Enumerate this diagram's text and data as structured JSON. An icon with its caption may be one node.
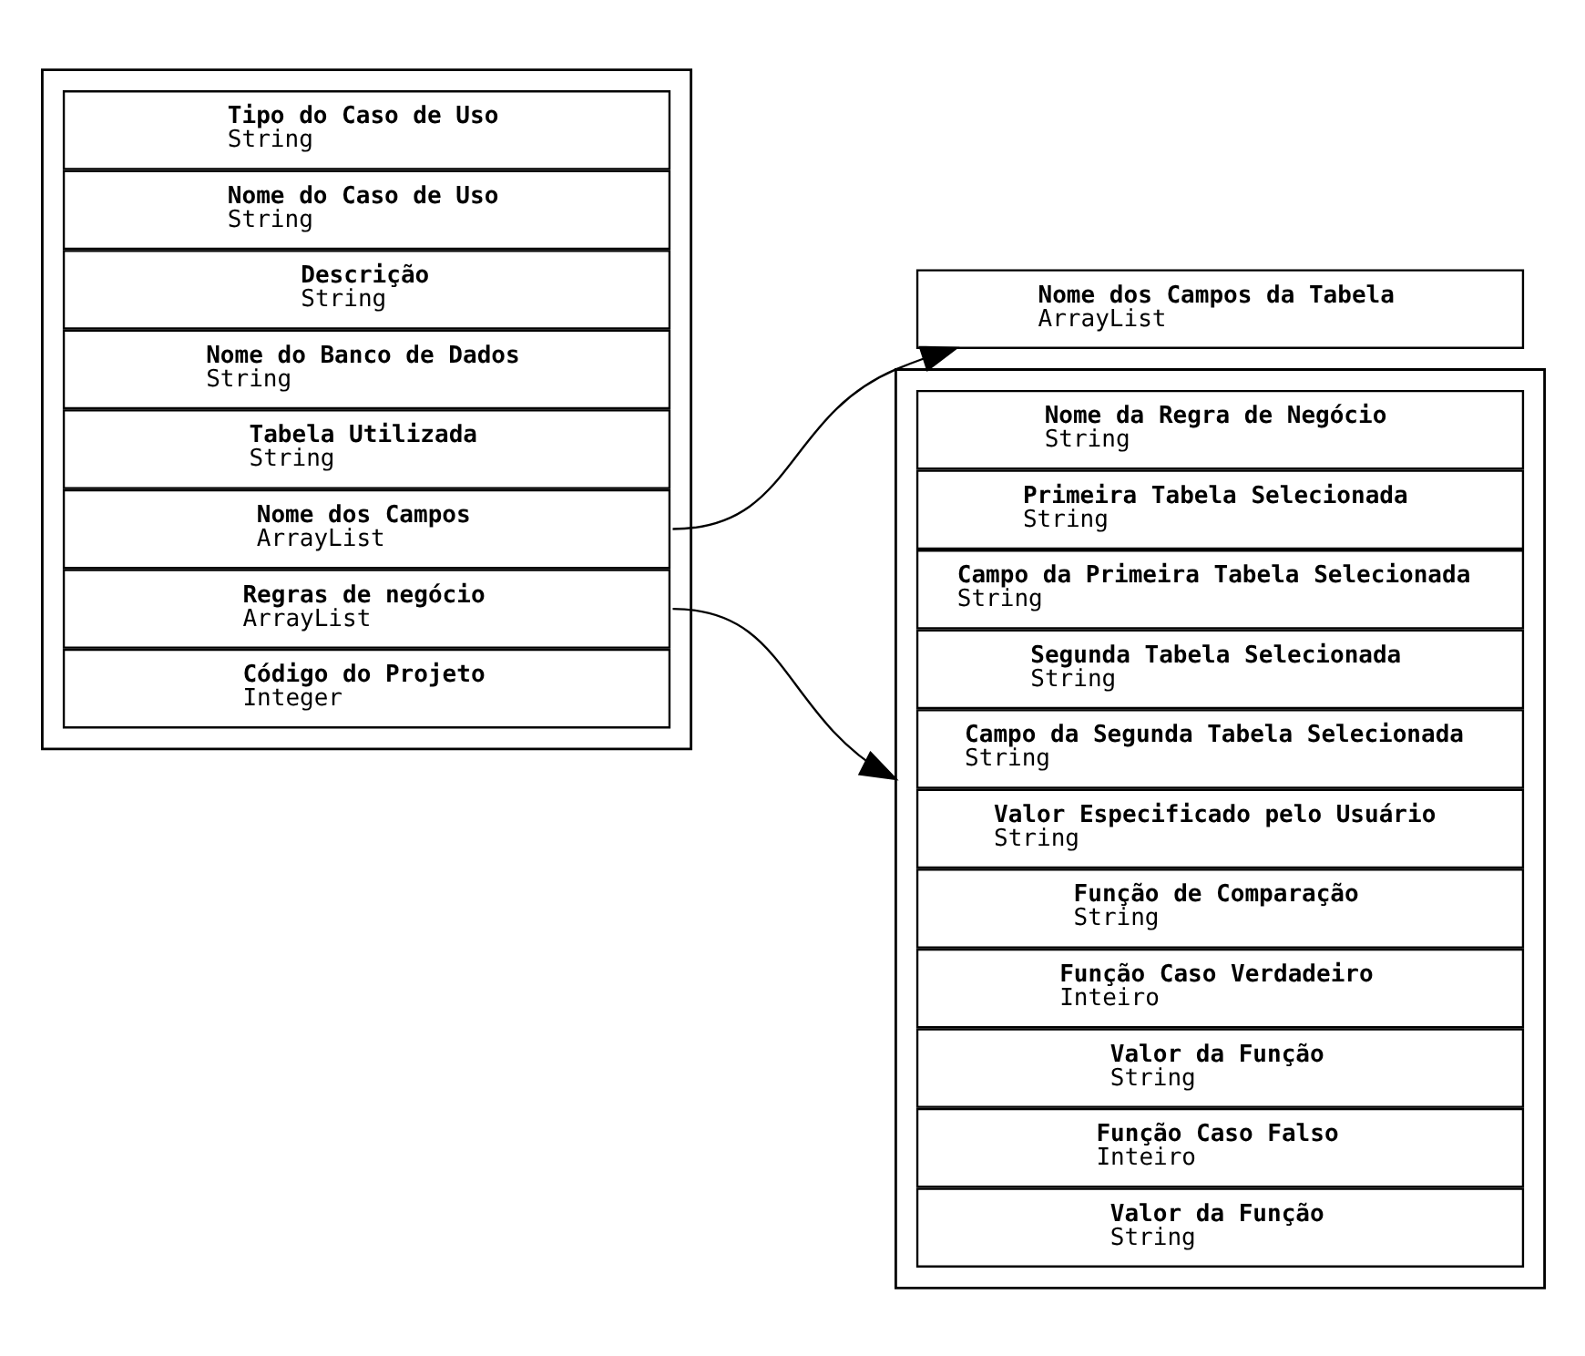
{
  "diagram": {
    "nodes": [
      {
        "text": [],
        "shape": "box"
      },
      {
        "text": [
          "Tipo do Caso de Uso",
          "String"
        ],
        "in": 0
      },
      {
        "text": [
          "Nome do Caso de Uso",
          "String"
        ],
        "in": 0
      },
      {
        "text": [
          "Descrição",
          "String"
        ],
        "in": 0
      },
      {
        "text": [
          "Nome do Banco de Dados",
          "String"
        ],
        "in": 0
      },
      {
        "text": [
          "Tabela Utilizada",
          "String"
        ],
        "in": 0
      },
      {
        "text": [
          "Nome dos Campos",
          "ArrayList"
        ],
        "in": 0
      },
      {
        "text": [
          "Regras de negócio",
          "ArrayList"
        ],
        "in": 0
      },
      {
        "text": [
          "Código do Projeto",
          "Integer"
        ],
        "in": 0
      },
      {
        "text": [
          "Nome dos Campos da Tabela",
          "ArrayList"
        ]
      },
      {
        "text": [],
        "shape": "box"
      },
      {
        "text": [
          "Nome da Regra de Negócio",
          "String"
        ],
        "in": 10
      },
      {
        "text": [
          "Primeira Tabela Selecionada",
          "String"
        ],
        "in": 10
      },
      {
        "text": [
          "Campo da Primeira Tabela Selecionada",
          "String"
        ],
        "in": 10
      },
      {
        "text": [
          "Segunda Tabela Selecionada",
          "String"
        ],
        "in": 10
      },
      {
        "text": [
          "Campo da Segunda Tabela Selecionada",
          "String"
        ],
        "in": 10
      },
      {
        "text": [
          "Valor Especificado pelo Usuário",
          "String"
        ],
        "in": 10
      },
      {
        "text": [
          "Função de Comparação",
          "String"
        ],
        "in": 10
      },
      {
        "text": [
          "Função Caso Verdadeiro",
          "Inteiro"
        ],
        "in": 10
      },
      {
        "text": [
          "Valor da Função",
          "String"
        ],
        "in": 10
      },
      {
        "text": [
          "Função Caso Falso",
          "Inteiro"
        ],
        "in": 10
      },
      {
        "text": [
          "Valor da Função",
          "String"
        ],
        "in": 10
      }
    ],
    "edges": [
      {
        "from": 6,
        "to": 9,
        "arrow": "to"
      },
      {
        "from": 7,
        "to": 10,
        "arrow": "to"
      }
    ]
  }
}
